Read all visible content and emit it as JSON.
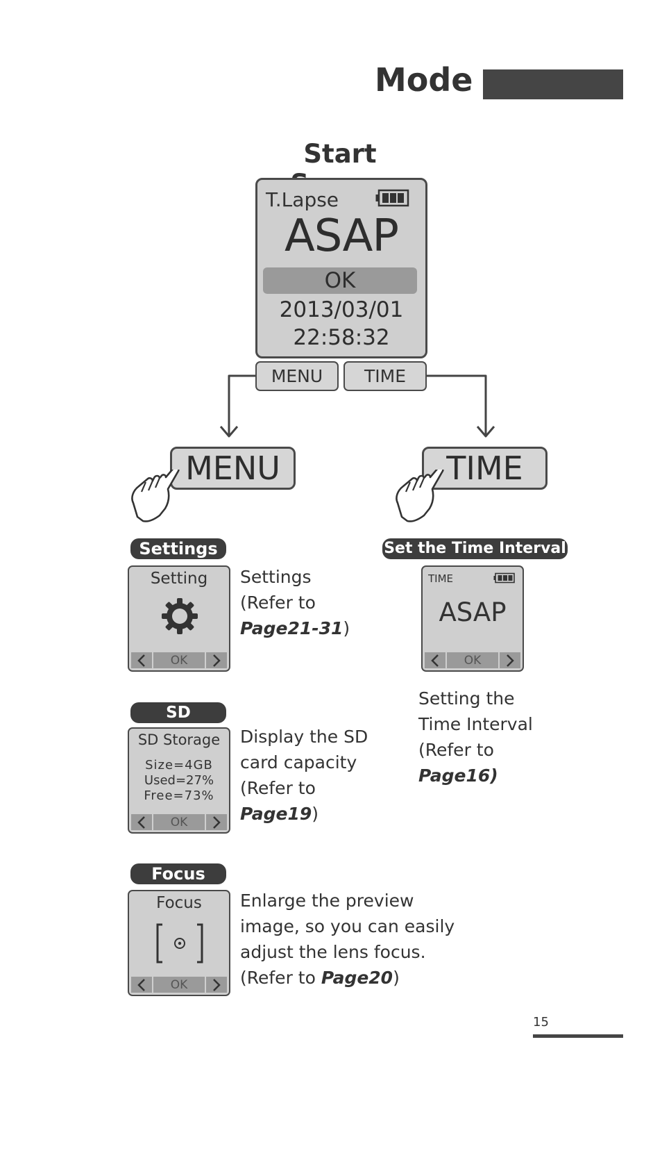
{
  "header": {
    "title": "Mode"
  },
  "start": {
    "heading": "Start Screen",
    "mode": "T.Lapse",
    "value": "ASAP",
    "ok": "OK",
    "date": "2013/03/01",
    "time": "22:58:32"
  },
  "hw_buttons": {
    "menu": "MENU",
    "time": "TIME"
  },
  "big_buttons": {
    "menu": "MENU",
    "time": "TIME"
  },
  "settings": {
    "pill": "Settings",
    "screen_title": "Setting",
    "ok": "OK",
    "desc_line1": "Settings",
    "desc_line2": "(Refer to",
    "desc_page": "Page21-31",
    "desc_close": ")"
  },
  "sd": {
    "pill": "SD Storage",
    "screen_title": "SD Storage",
    "size": "Size=4GB",
    "used": "Used=27%",
    "free": "Free=73%",
    "ok": "OK",
    "desc_line1": "Display the SD",
    "desc_line2": "card capacity",
    "desc_line3": "(Refer to",
    "desc_page": "Page19",
    "desc_close": ")"
  },
  "focus": {
    "pill": "Focus",
    "screen_title": "Focus",
    "ok": "OK",
    "desc_line1": "Enlarge the preview",
    "desc_line2": "image, so you can easily",
    "desc_line3": "adjust the lens focus.",
    "desc_line4_prefix": "(Refer to ",
    "desc_page": "Page20",
    "desc_close": ")"
  },
  "interval": {
    "pill": "Set the Time Interval",
    "screen_title": "TIME",
    "value": "ASAP",
    "ok": "OK",
    "desc_line1": "Setting the",
    "desc_line2": "Time Interval",
    "desc_line3": "(Refer to",
    "desc_page": "Page16)"
  },
  "footer": {
    "page_number": "15"
  },
  "icons": [
    "battery-icon",
    "gear-icon",
    "focus-icon",
    "hand-pointer-icon",
    "chevron-left-icon",
    "chevron-right-icon",
    "arrow-down-icon"
  ]
}
